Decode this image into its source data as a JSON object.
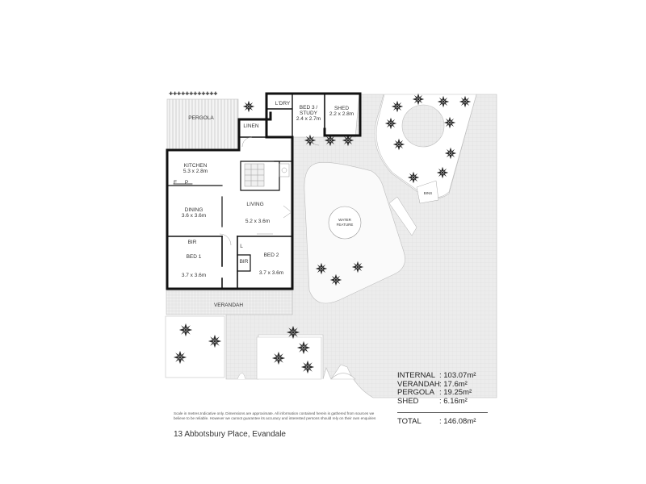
{
  "rooms": {
    "pergola": {
      "name": "PERGOLA",
      "size": ""
    },
    "kitchen": {
      "name": "KITCHEN",
      "size": "5.3 x 2.8m"
    },
    "dining": {
      "name": "DINING",
      "size": "3.6 x 3.6m"
    },
    "living": {
      "name": "LIVING",
      "size": "5.2 x 3.6m"
    },
    "bed1": {
      "name": "BED 1",
      "size": "3.7 x 3.6m"
    },
    "bed2": {
      "name": "BED 2",
      "size": "3.7 x 3.6m"
    },
    "bed3": {
      "name": "BED 3 /",
      "name2": "STUDY",
      "size": "2.4 x 2.7m"
    },
    "shed": {
      "name": "SHED",
      "size": "2.2 x 2.8m"
    },
    "laundry": {
      "name": "L'DRY"
    },
    "linen": {
      "name": "LINEN"
    },
    "bir1": {
      "name": "BIR"
    },
    "bir2": {
      "name": "BIR"
    },
    "verandah": {
      "name": "VERANDAH"
    },
    "fridge": {
      "name": "F"
    },
    "pantry": {
      "name": "P"
    },
    "linen_cupboard": {
      "name": "L"
    }
  },
  "landscape": {
    "water_feature": {
      "line1": "WATER",
      "line2": "FEATURE"
    },
    "bins": "BINS"
  },
  "areas": [
    {
      "name": "INTERNAL",
      "value": ": 103.07m²"
    },
    {
      "name": "VERANDAH",
      "value": ": 17.6m²"
    },
    {
      "name": "PERGOLA",
      "value": ": 19.25m²"
    },
    {
      "name": "SHED",
      "value": ": 6.16m²"
    }
  ],
  "total": {
    "name": "TOTAL",
    "value": ": 146.08m²"
  },
  "disclaimer": "Scale in metres.Indicative only. Dimensions are approximate. All information contained herein is gathered from sources we believe to be reliable. However we cannot guarantee its accuracy and interested persons should rely on their own enquiries",
  "address": "13 Abbotsbury Place, Evandale",
  "colors": {
    "wall": "#111111",
    "grass": "#ffffff",
    "paving": "#e6e6e6",
    "tree": "#333333"
  }
}
